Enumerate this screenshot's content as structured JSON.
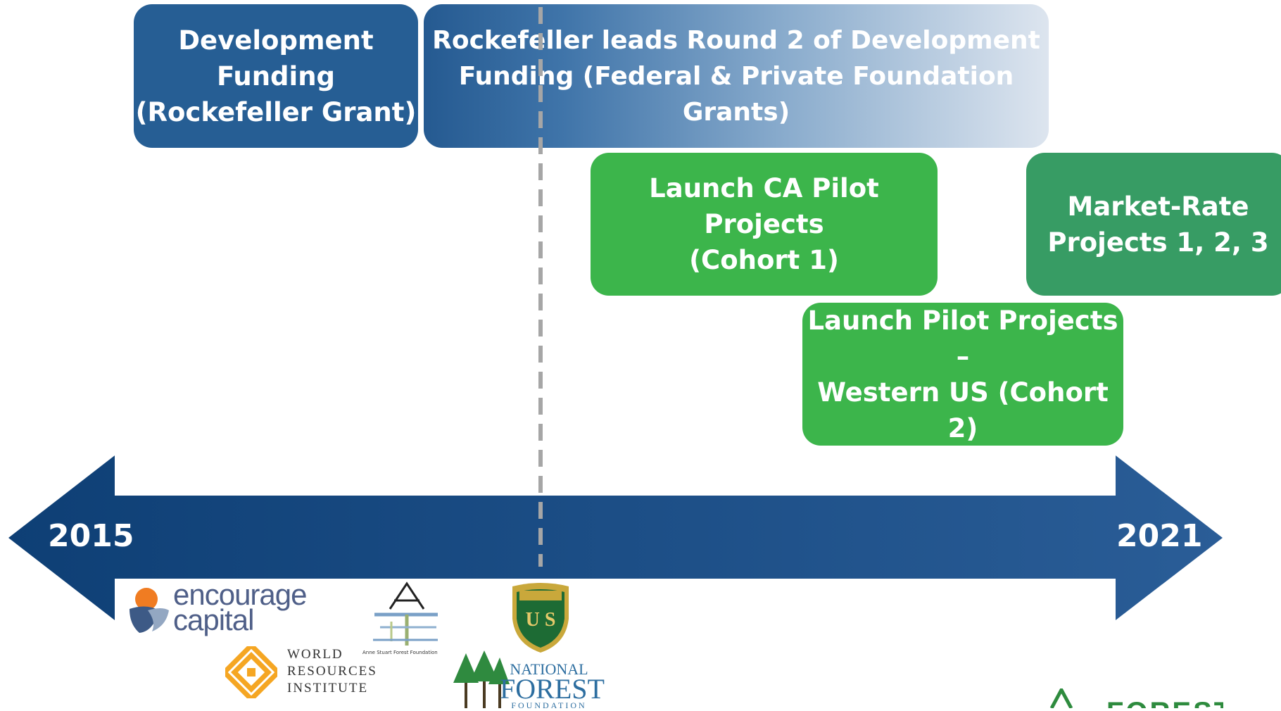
{
  "boxes": {
    "development": "Development\nFunding\n(Rockefeller Grant)",
    "round2": "Rockefeller leads Round 2 of Development\nFunding (Federal & Private Foundation Grants)",
    "ca_pilot": "Launch CA Pilot Projects\n(Cohort 1)",
    "market_rate": "Market-Rate\nProjects 1, 2, 3",
    "western": "Launch Pilot Projects –\nWestern US (Cohort 2)"
  },
  "timeline": {
    "start": "2015",
    "end": "2021"
  },
  "logos": {
    "encourage_capital": "encourage capital",
    "wri": [
      "WORLD",
      "RESOURCES",
      "INSTITUTE"
    ],
    "anne_stuart": "Anne Stuart Forest Foundation",
    "usfs": "U S",
    "nff": [
      "NATIONAL",
      "FOREST",
      "FOUNDATION"
    ],
    "forest": "FOREST"
  },
  "colors": {
    "dark_blue": "#265e94",
    "green": "#3cb54b",
    "teal_green": "#379c64",
    "arrow_blue": "#14497e"
  }
}
